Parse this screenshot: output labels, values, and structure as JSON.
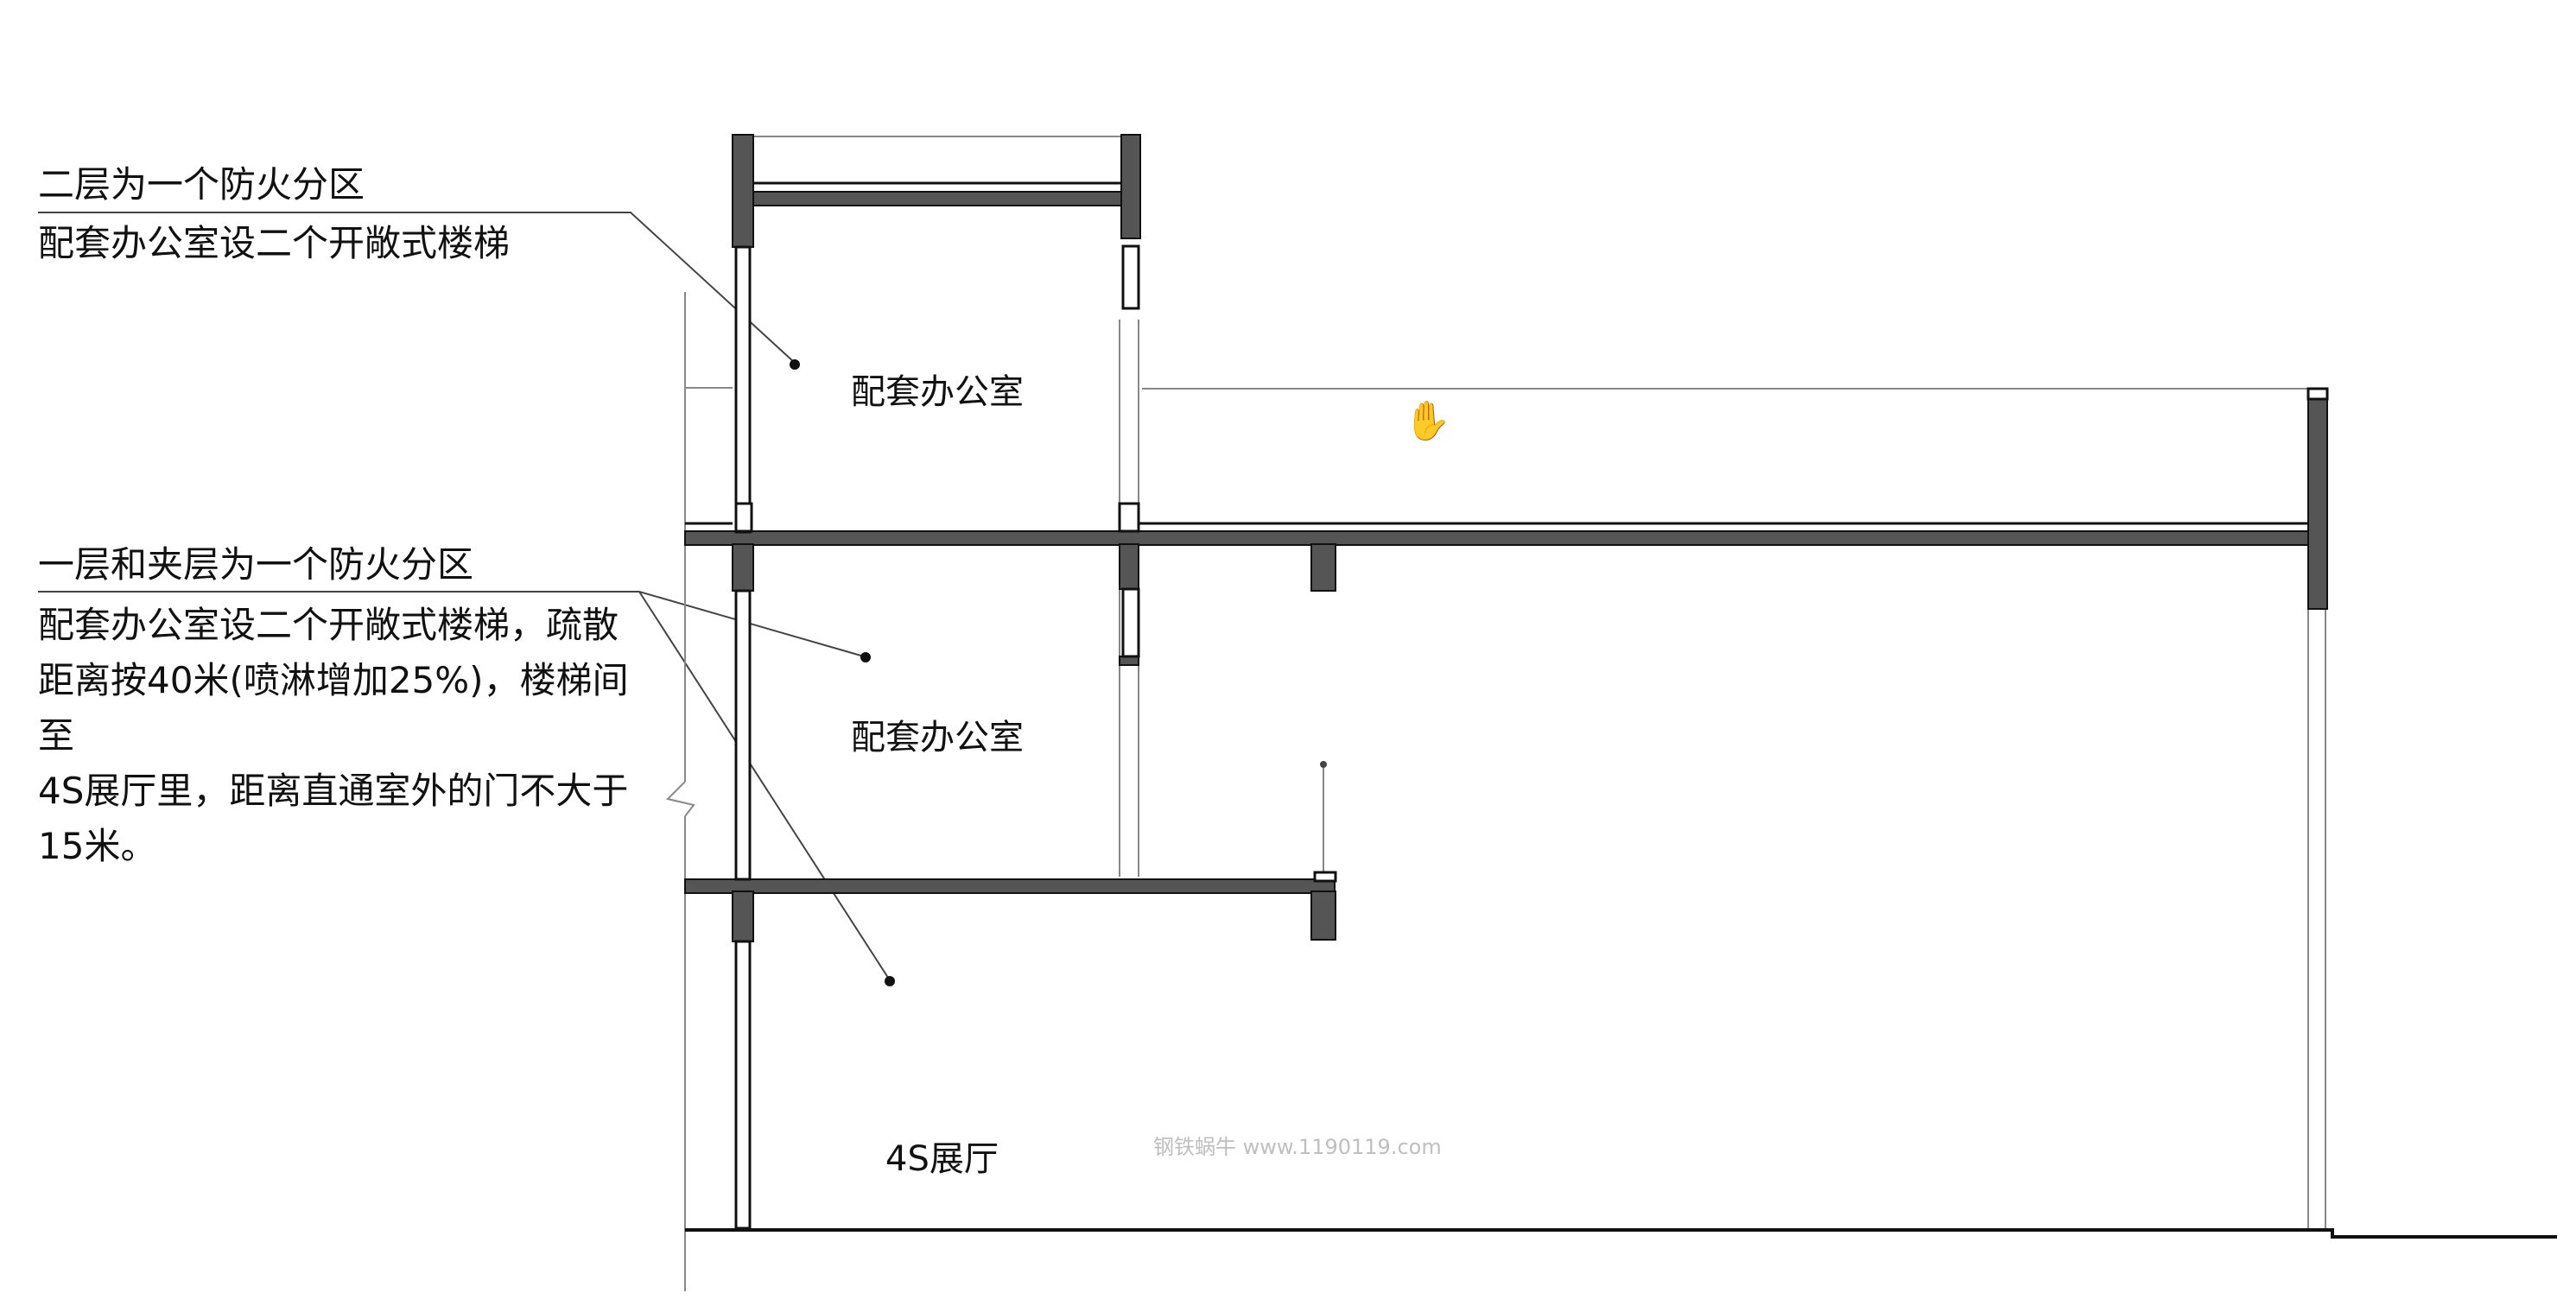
{
  "annotations": {
    "upper": {
      "heading": "二层为一个防火分区",
      "detail": "配套办公室设二个开敞式楼梯"
    },
    "lower": {
      "heading": "一层和夹层为一个防火分区",
      "detail": "配套办公室设二个开敞式楼梯，疏散\n距离按40米(喷淋增加25%)，楼梯间至\n4S展厅里，距离直通室外的门不大于\n15米。"
    }
  },
  "rooms": {
    "second_floor": "配套办公室",
    "mezzanine": "配套办公室",
    "ground_floor": "4S展厅"
  },
  "watermark": "钢铁蜗牛 www.1190119.com",
  "cursor_icon": "hand-cursor-icon",
  "colors": {
    "structure_fill": "#555555",
    "line": "#111111",
    "thin_line": "#666666",
    "background": "#ffffff"
  }
}
